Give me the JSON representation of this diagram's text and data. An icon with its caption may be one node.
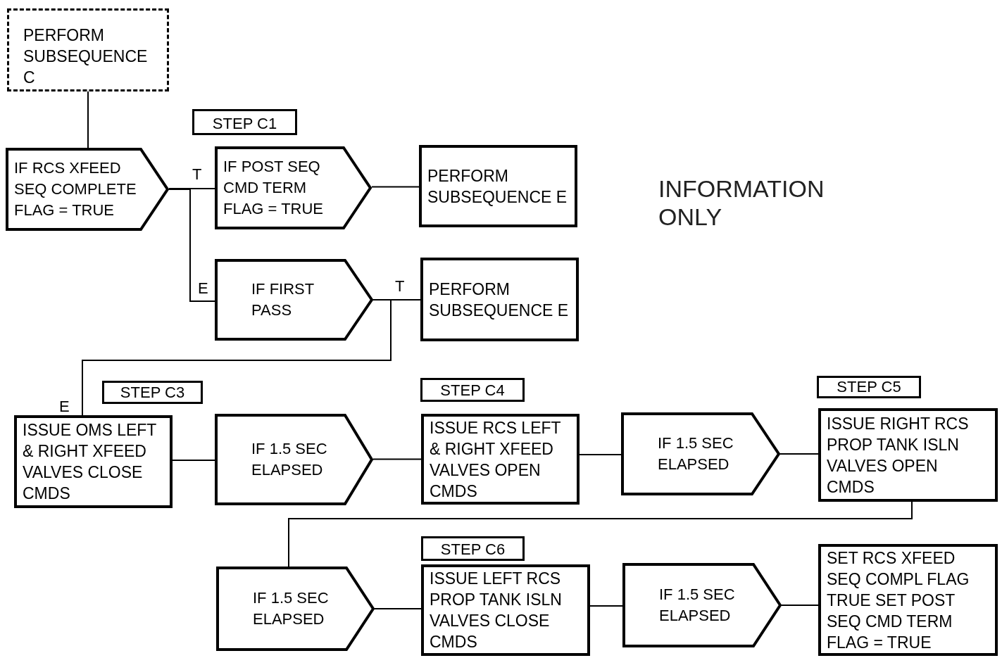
{
  "diagram": {
    "nodes": [
      {
        "text": [
          "PERFORM SUBSEQUENCE C"
        ]
      },
      {
        "text": [
          "STEP C1"
        ]
      },
      {
        "text": [
          "IF RCS XFEED SEQ COMPLETE FLAG = TRUE"
        ]
      },
      {
        "text": [
          "IF POST SEQ CMD TERM FLAG = TRUE"
        ]
      },
      {
        "text": [
          "PERFORM SUBSEQUENCE E"
        ]
      },
      {
        "text": [
          "IF FIRST PASS"
        ]
      },
      {
        "text": [
          "PERFORM SUBSEQUENCE E"
        ]
      },
      {
        "text": [
          "STEP C3"
        ]
      },
      {
        "text": [
          "ISSUE OMS LEFT & RIGHT XFEED VALVES CLOSE CMDS"
        ]
      },
      {
        "text": [
          "IF 1.5 SEC ELAPSED"
        ]
      },
      {
        "text": [
          "STEP C4"
        ]
      },
      {
        "text": [
          "ISSUE RCS LEFT & RIGHT XFEED VALVES OPEN CMDS"
        ]
      },
      {
        "text": [
          "IF 1.5 SEC ELAPSED"
        ]
      },
      {
        "text": [
          "STEP C5"
        ]
      },
      {
        "text": [
          "ISSUE RIGHT RCS PROP TANK ISLN VALVES OPEN CMDS"
        ]
      },
      {
        "text": [
          "IF 1.5 SEC ELAPSED"
        ]
      },
      {
        "text": [
          "STEP C6"
        ]
      },
      {
        "text": [
          "ISSUE LEFT RCS PROP TANK ISLN VALVES CLOSE CMDS"
        ]
      },
      {
        "text": [
          "IF 1.5 SEC ELAPSED"
        ]
      },
      {
        "text": [
          "SET RCS XFEED SEQ COMPL FLAG TRUE SET POST SEQ CMD TERM FLAG = TRUE"
        ]
      }
    ],
    "edges": [
      {
        "from": 0,
        "to": 2,
        "arrow": "none"
      },
      {
        "from": 2,
        "to": 3,
        "arrow": "none",
        "label": "T"
      },
      {
        "from": 2,
        "to": 5,
        "arrow": "none",
        "label": "E"
      },
      {
        "from": 3,
        "to": 4,
        "arrow": "none"
      },
      {
        "from": 5,
        "to": 6,
        "arrow": "none",
        "label": "T"
      },
      {
        "from": 5,
        "to": 8,
        "arrow": "none",
        "label": "E"
      },
      {
        "from": 8,
        "to": 9,
        "arrow": "none"
      },
      {
        "from": 9,
        "to": 11,
        "arrow": "none"
      },
      {
        "from": 11,
        "to": 12,
        "arrow": "none"
      },
      {
        "from": 12,
        "to": 14,
        "arrow": "none"
      },
      {
        "from": 14,
        "to": 15,
        "arrow": "none"
      },
      {
        "from": 15,
        "to": 17,
        "arrow": "none"
      },
      {
        "from": 17,
        "to": 18,
        "arrow": "none"
      },
      {
        "from": 18,
        "to": 19,
        "arrow": "none"
      }
    ],
    "labels": [
      "INFORMATION ONLY"
    ]
  }
}
